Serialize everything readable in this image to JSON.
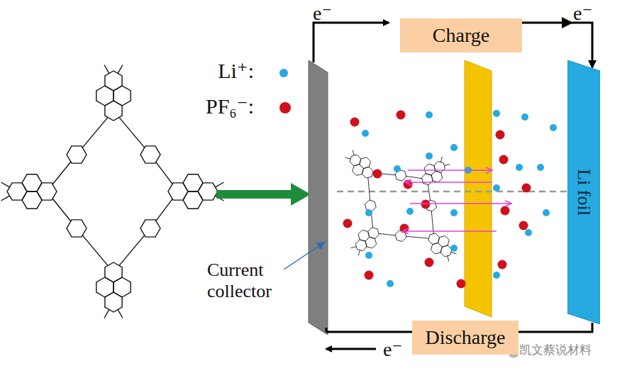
{
  "diagram": {
    "nodes": [
      {
        "text": [
          "Charge"
        ]
      },
      {
        "text": [
          "Discharge"
        ]
      },
      {
        "text": [
          "Li foil"
        ]
      }
    ],
    "edges": [
      {
        "from": 0,
        "to": 2,
        "arrow": "to"
      },
      {
        "from": 1,
        "to": 2,
        "arrow": "none"
      }
    ],
    "labels": [
      "e⁻",
      "e⁻",
      "e⁻",
      "Current collector",
      "凯文蔡说材料"
    ],
    "legend": [
      {
        "text": "Li⁺:",
        "color": "#27a9e1"
      },
      {
        "text": "PF₆⁻:",
        "color": "#d0101b"
      }
    ]
  }
}
